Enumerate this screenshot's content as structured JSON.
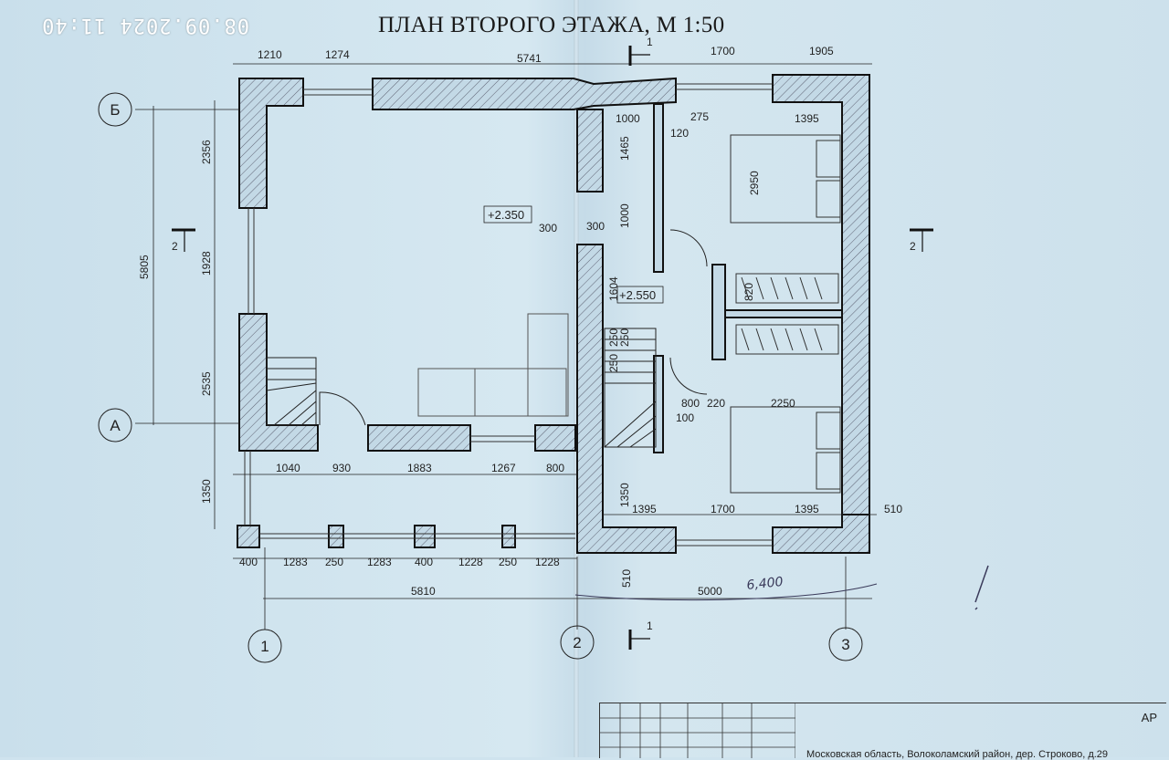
{
  "timestamp": "08.09.2024 11:40",
  "title": "ПЛАН ВТОРОГО ЭТАЖА, М 1:50",
  "axes": {
    "rows": [
      "Б",
      "А"
    ],
    "columns": [
      "1",
      "2",
      "3"
    ]
  },
  "section_marks": {
    "top": "1",
    "bottom": "1",
    "left": "2",
    "right": "2"
  },
  "levels": [
    "+2.350",
    "+2.550"
  ],
  "dims_top": [
    "1210",
    "1274",
    "5741",
    "1700",
    "1905"
  ],
  "dims_left_outer": "5805",
  "dims_left_inner": [
    "2356",
    "1928",
    "2535",
    "1350"
  ],
  "dims_bottom_row1": [
    "1040",
    "930",
    "1883",
    "1267",
    "800"
  ],
  "dims_bottom_row2": [
    "400",
    "1283",
    "250",
    "1283",
    "400",
    "1228",
    "250",
    "1228"
  ],
  "dims_bottom_total": "5810",
  "dims_bottom_right": "5000",
  "dims_bottom_right_vertical": "510",
  "dims_right_rooms": {
    "top": [
      "1000",
      "275",
      "120",
      "1395"
    ],
    "vertical": [
      "1465",
      "1000",
      "1604",
      "250",
      "250",
      "250",
      "1350"
    ],
    "beds": [
      "2950",
      "820",
      "2250"
    ],
    "door": [
      "800",
      "220",
      "100"
    ],
    "bottom": [
      "1395",
      "1700",
      "1395",
      "510"
    ]
  },
  "stair_dims": [
    "300",
    "300"
  ],
  "handwritten_note": "6,400",
  "stamp": {
    "code": "АР",
    "address": "Московская область, Волоколамский район, дер. Строково, д.29"
  }
}
